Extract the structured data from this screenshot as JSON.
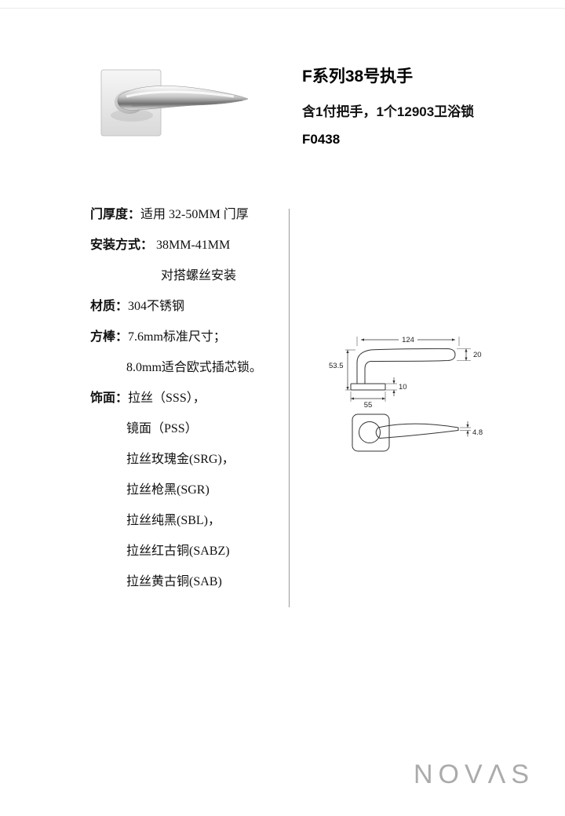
{
  "header": {
    "title": "F系列38号执手",
    "subtitle": "含1付把手，1个12903卫浴锁",
    "model": "F0438"
  },
  "specs": [
    {
      "label": "门厚度：",
      "value": "适用 32-50MM 门厚"
    },
    {
      "label": "安装方式：",
      "value": " 38MM-41MM"
    },
    {
      "label": "",
      "value": "对搭螺丝安装"
    },
    {
      "label": "材质：",
      "value": "304不锈钢"
    },
    {
      "label": "方棒：",
      "value": "7.6mm标准尺寸；"
    },
    {
      "label": "",
      "value": "8.0mm适合欧式插芯锁。"
    },
    {
      "label": "饰面：",
      "value": "拉丝（SSS），"
    },
    {
      "label": "",
      "value": "镜面（PSS）"
    },
    {
      "label": "",
      "value": "拉丝玫瑰金(SRG)，"
    },
    {
      "label": "",
      "value": "拉丝枪黑(SGR)"
    },
    {
      "label": "",
      "value": "拉丝纯黑(SBL)，"
    },
    {
      "label": "",
      "value": "拉丝红古铜(SABZ)"
    },
    {
      "label": "",
      "value": "拉丝黄古铜(SAB)"
    }
  ],
  "drawing": {
    "dims": {
      "overall_length": "124",
      "grip_width": "20",
      "height": "53.5",
      "rose_thickness": "10",
      "rose_width": "55",
      "lever_tip": "4.8"
    }
  },
  "footer": {
    "logo_text": "NOVΛS"
  }
}
